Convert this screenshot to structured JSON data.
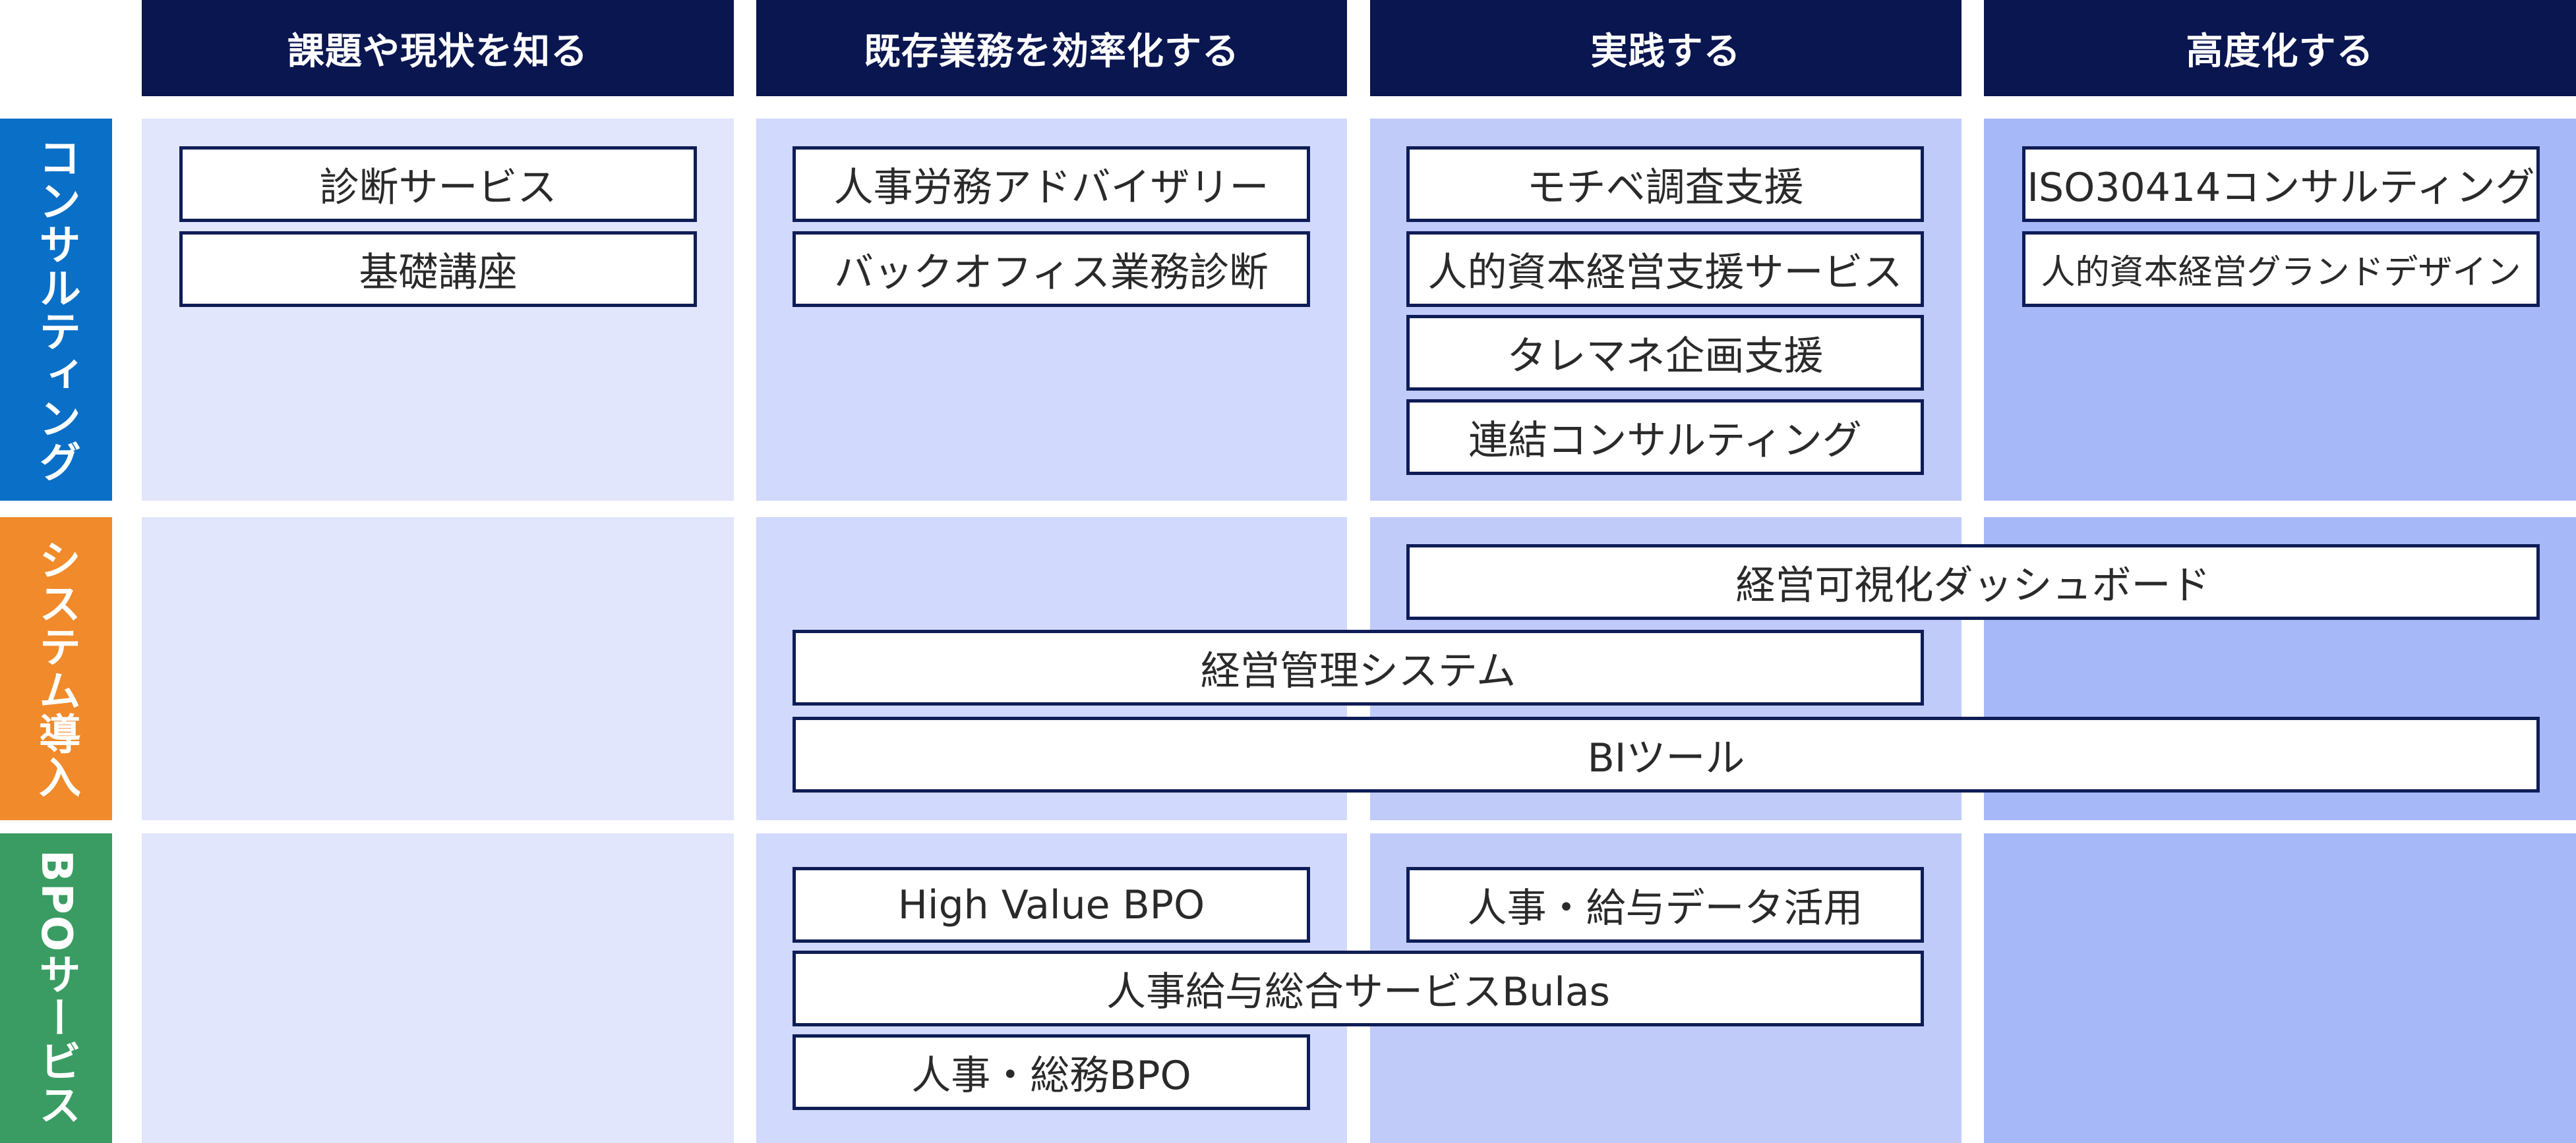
{
  "columns": [
    "課題や現状を知る",
    "既存業務を効率化する",
    "実践する",
    "高度化する"
  ],
  "rows": [
    {
      "label": "コンサルティング",
      "color": "#0a6fc7"
    },
    {
      "label": "システム導入",
      "color": "#f08a2b"
    },
    {
      "label": "BPOサービス",
      "color": "#3a9c62"
    }
  ],
  "cell_colors": [
    "#e1e6fd",
    "#d1d9fc",
    "#c0cbfa",
    "#a7b8f9"
  ],
  "consulting": {
    "col1": [
      "診断サービス",
      "基礎講座"
    ],
    "col2": [
      "人事労務アドバイザリー",
      "バックオフィス業務診断"
    ],
    "col3": [
      "モチベ調査支援",
      "人的資本経営支援サービス",
      "タレマネ企画支援",
      "連結コンサルティング"
    ],
    "col4": [
      "ISO30414コンサルティング",
      "人的資本経営グランドデザイン"
    ]
  },
  "system": {
    "dashboard": "経営可視化ダッシュボード",
    "management": "経営管理システム",
    "bi": "BIツール"
  },
  "bpo": {
    "high_value": "High Value BPO",
    "data": "人事・給与データ活用",
    "bulas": "人事給与総合サービスBulas",
    "general": "人事・総務BPO"
  }
}
